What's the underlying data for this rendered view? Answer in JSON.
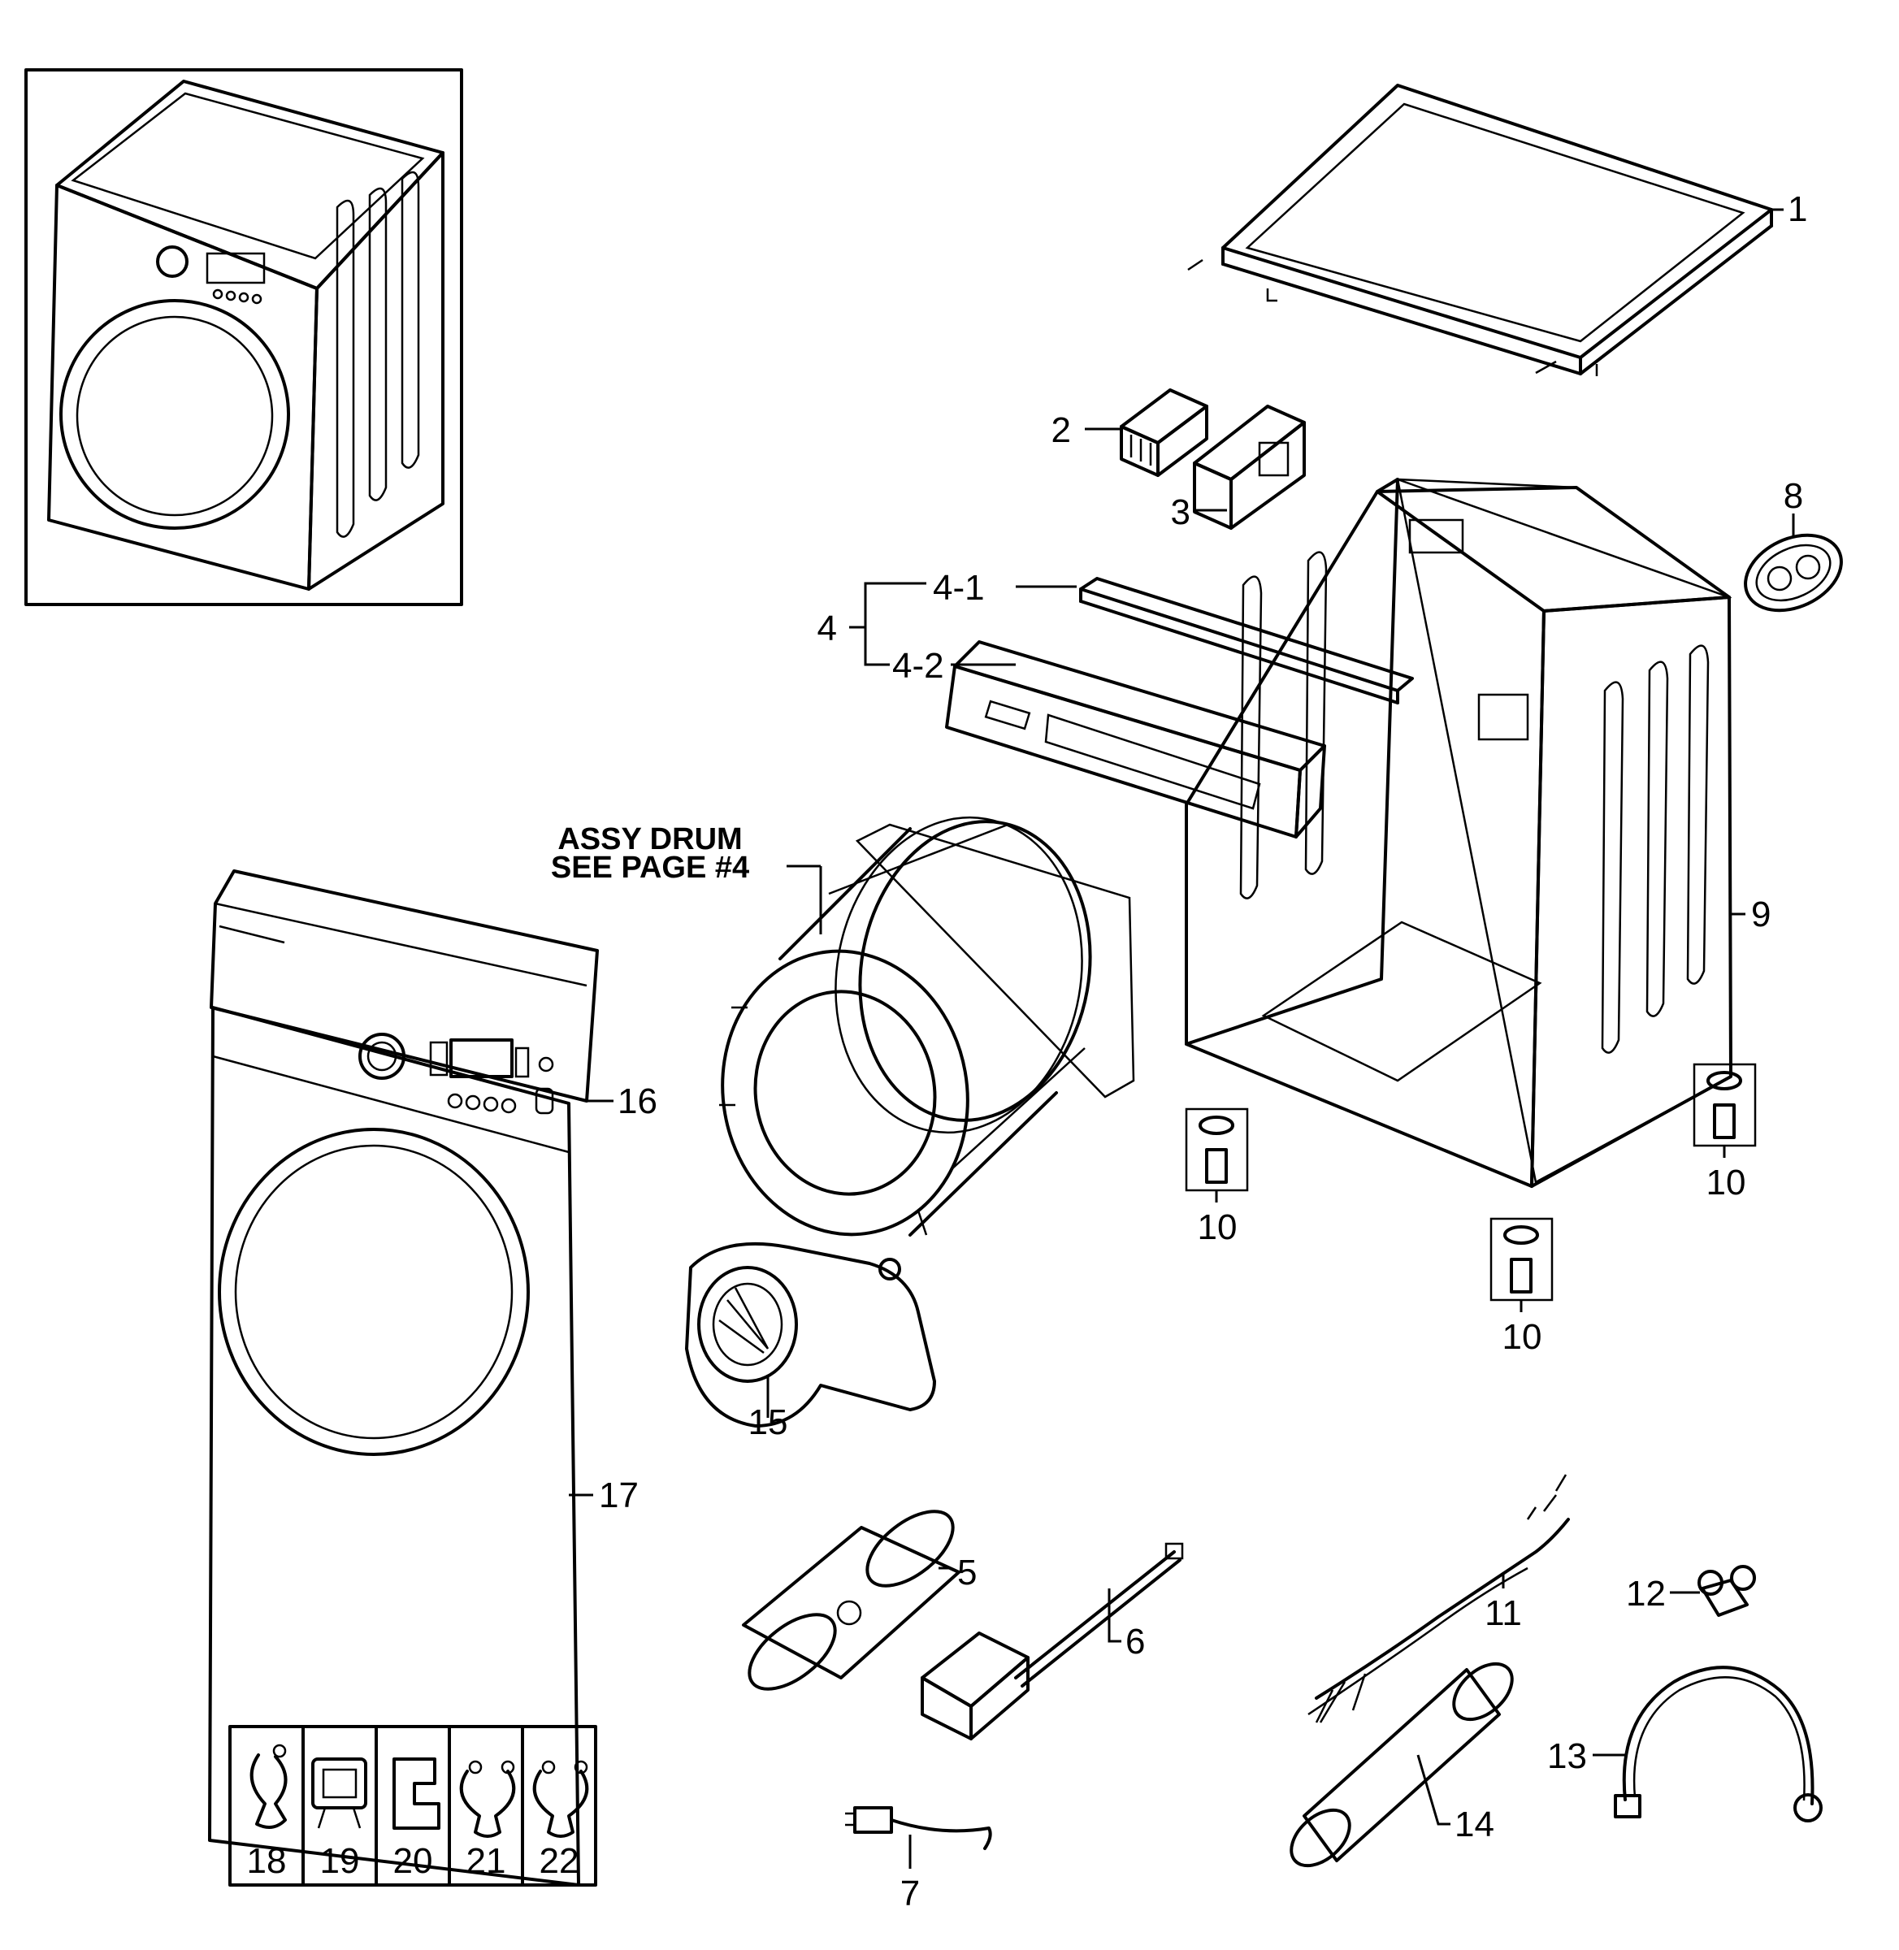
{
  "diagram": {
    "part_labels": {
      "p1": "1",
      "p2": "2",
      "p3": "3",
      "p4": "4",
      "p4_1": "4-1",
      "p4_2": "4-2",
      "p5": "5",
      "p6": "6",
      "p7": "7",
      "p8": "8",
      "p9": "9",
      "p10": "10",
      "p11": "11",
      "p12": "12",
      "p13": "13",
      "p14": "14",
      "p15": "15",
      "p16": "16",
      "p17": "17",
      "p18": "18",
      "p19": "19",
      "p20": "20",
      "p21": "21",
      "p22": "22"
    },
    "assy_drum_note": {
      "line1": "ASSY DRUM",
      "line2": "SEE PAGE #4"
    }
  }
}
